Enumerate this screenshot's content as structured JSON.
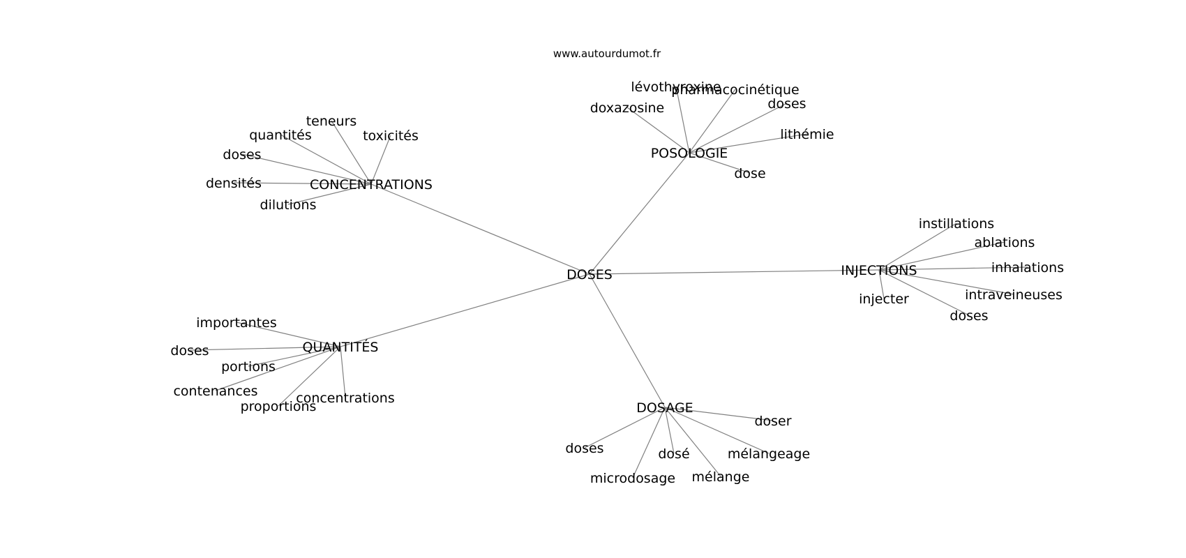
{
  "source": "www.autourdumot.fr",
  "edge_color": "#808080",
  "text_color": "#000000",
  "graph": {
    "center": "DOSES",
    "groups": [
      {
        "id": "concentrations",
        "label": "CONCENTRATIONS",
        "children": [
          "teneurs",
          "quantités",
          "toxicités",
          "doses",
          "densités",
          "dilutions"
        ]
      },
      {
        "id": "posologie",
        "label": "POSOLOGIE",
        "children": [
          "lévothyroxine",
          "pharmacocinétique",
          "doxazosine",
          "doses",
          "lithémie",
          "dose"
        ]
      },
      {
        "id": "injections",
        "label": "INJECTIONS",
        "children": [
          "instillations",
          "ablations",
          "inhalations",
          "intraveineuses",
          "injecter",
          "doses"
        ]
      },
      {
        "id": "quantites",
        "label": "QUANTITÉS",
        "children": [
          "importantes",
          "doses",
          "portions",
          "contenances",
          "concentrations",
          "proportions"
        ]
      },
      {
        "id": "dosage",
        "label": "DOSAGE",
        "children": [
          "doser",
          "mélangeage",
          "doses",
          "dosé",
          "mélange",
          "microdosage"
        ]
      }
    ]
  }
}
